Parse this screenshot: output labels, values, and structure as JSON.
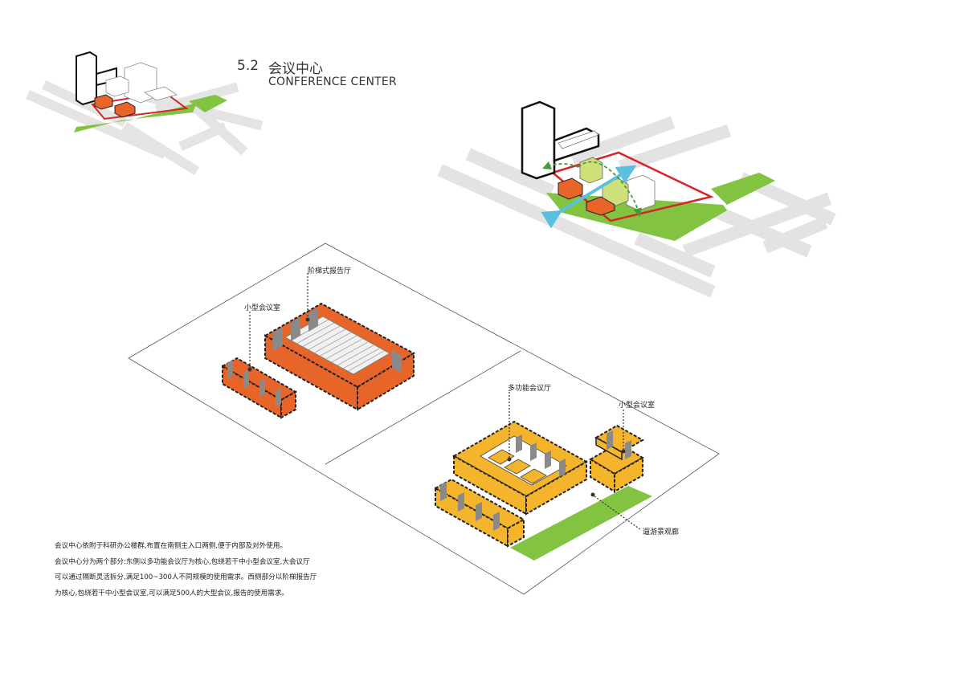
{
  "header": {
    "section_number": "5.2",
    "title_cn": "会议中心",
    "title_en": "CONFERENCE CENTER"
  },
  "labels": {
    "lecture_hall": "阶梯式报告厅",
    "small_meeting_left": "小型会议室",
    "multi_function_hall": "多功能会议厅",
    "small_meeting_right": "小型会议室",
    "landscape_corridor": "遛游景观廊"
  },
  "description": [
    "会议中心依附于科研办公楼群,布置在南侧主入口两侧,便于内部及对外使用。",
    "会议中心分为两个部分:东侧以多功能会议厅为核心,包绕若干中小型会议室,大会议厅",
    "可以通过隔断灵活拆分,满足100~300人不同规模的使用需求。西侧部分以阶梯报告厅",
    "为核心,包绕若干中小型会议室,可以满足500人的大型会议,报告的使用需求。"
  ],
  "colors": {
    "orange": "#e8652a",
    "yellow": "#f4b42c",
    "green": "#82c341",
    "lime": "#cfe07a",
    "red": "#d8232a",
    "cyan": "#5bc0de",
    "road": "#e6e6e6",
    "wall_grey": "#8a8a8a"
  }
}
